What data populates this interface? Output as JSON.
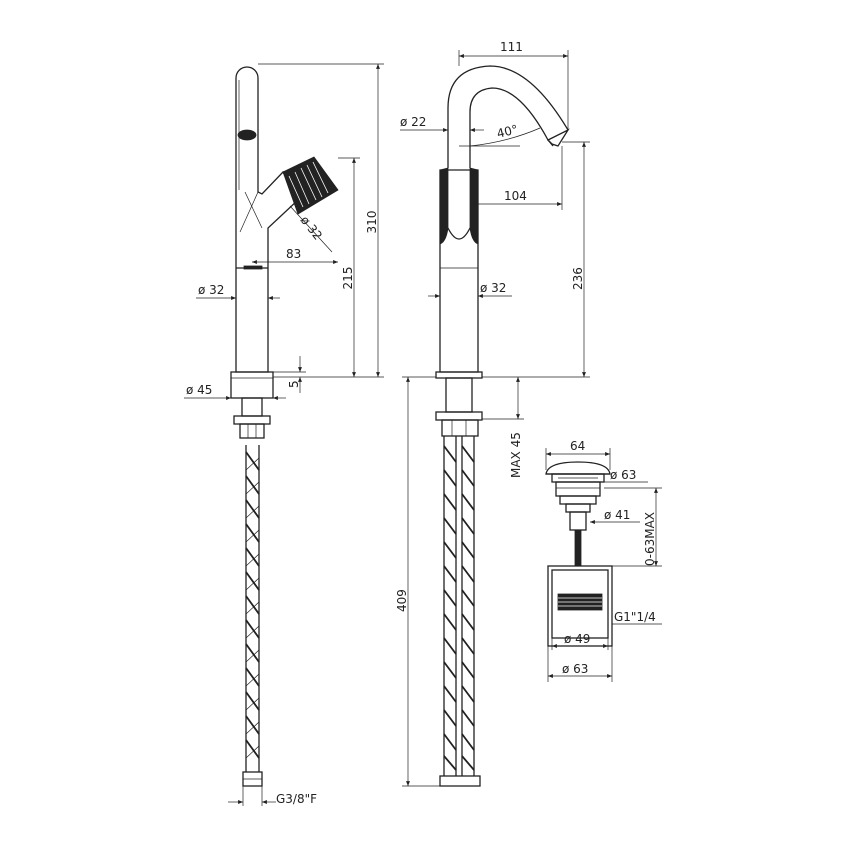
{
  "colors": {
    "line": "#222222",
    "background": "#ffffff"
  },
  "dimensions": {
    "side": {
      "height_total": "310",
      "height_lever": "215",
      "lever_offset": "83",
      "lever_diameter": "ø 32",
      "body_diameter": "ø 32",
      "base_diameter": "ø 45",
      "base_height": "5",
      "thread": "G3/8\"F"
    },
    "front": {
      "spout_reach": "111",
      "spout_diameter": "ø 22",
      "spout_angle": "40°",
      "spout_offset": "104",
      "body_diameter": "ø 32",
      "spout_height": "236",
      "hose_length": "409",
      "deck_max": "MAX 45"
    },
    "waste": {
      "cap_width": "64",
      "cap_diameter": "ø 63",
      "body_diameter": "ø 41",
      "range": "0-63MAX",
      "thread": "G1\"1/4",
      "inner_diameter": "ø 49",
      "outer_diameter": "ø 63"
    }
  }
}
